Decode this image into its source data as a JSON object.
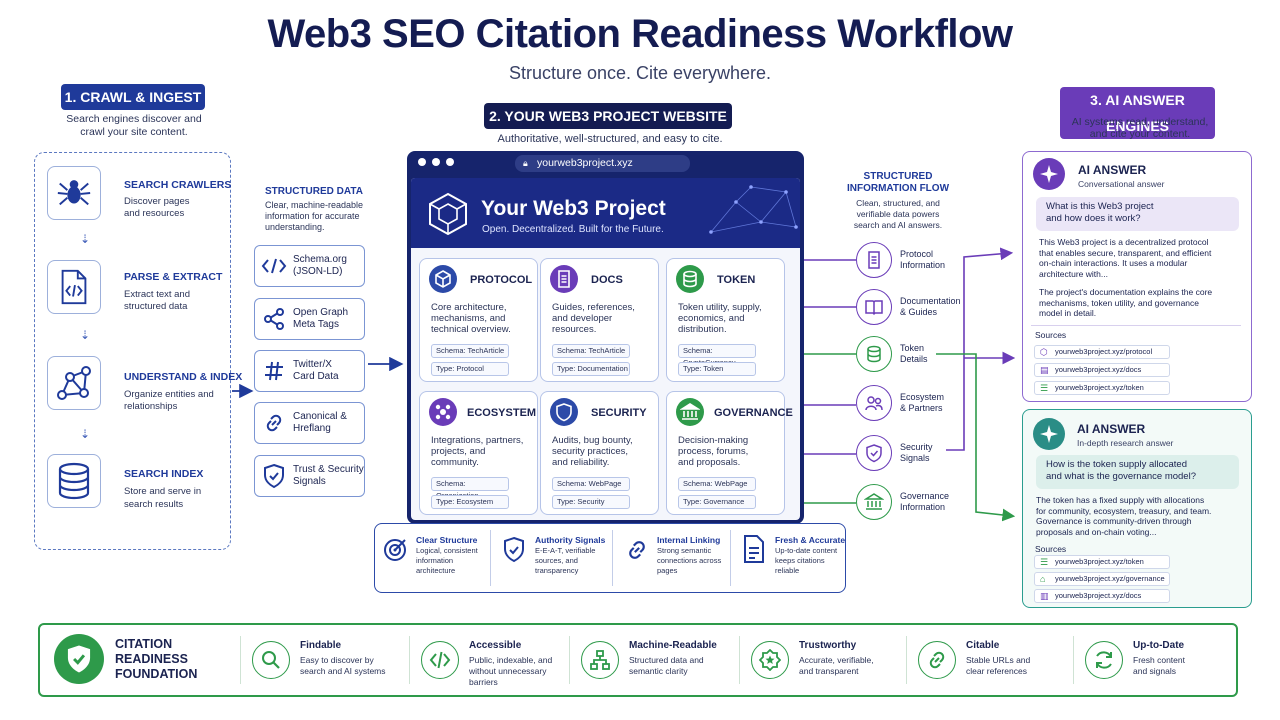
{
  "title": "Web3 SEO Citation Readiness Workflow",
  "subtitle": "Structure once. Cite everywhere.",
  "colors": {
    "navy": "#141c52",
    "blue": "#1f3a9a",
    "purple": "#6a3cb8",
    "teal": "#2a9d8f",
    "green": "#2e9a4a"
  },
  "crawl": {
    "label": "1. CRAWL & INGEST",
    "desc1": "Search engines discover and",
    "desc2": "crawl your site content.",
    "steps": [
      {
        "icon": "spider-icon",
        "title": "SEARCH CRAWLERS",
        "d1": "Discover pages",
        "d2": "and resources"
      },
      {
        "icon": "code-file-icon",
        "title": "PARSE & EXTRACT",
        "d1": "Extract text and",
        "d2": "structured data"
      },
      {
        "icon": "graph-icon",
        "title": "UNDERSTAND & INDEX",
        "d1": "Organize entities and",
        "d2": "relationships"
      },
      {
        "icon": "database-icon",
        "title": "SEARCH INDEX",
        "d1": "Store and serve in",
        "d2": "search results"
      }
    ]
  },
  "structured": {
    "title": "STRUCTURED DATA",
    "d1": "Clear, machine-readable",
    "d2": "information for accurate",
    "d3": "understanding.",
    "items": [
      {
        "icon": "code-icon",
        "l1": "Schema.org",
        "l2": "(JSON-LD)"
      },
      {
        "icon": "share-icon",
        "l1": "Open Graph",
        "l2": "Meta Tags"
      },
      {
        "icon": "hash-icon",
        "l1": "Twitter/X",
        "l2": "Card Data"
      },
      {
        "icon": "link-icon",
        "l1": "Canonical &",
        "l2": "Hreflang"
      },
      {
        "icon": "shield-check-icon",
        "l1": "Trust & Security",
        "l2": "Signals"
      }
    ]
  },
  "website": {
    "label": "2. YOUR WEB3 PROJECT WEBSITE",
    "desc": "Authoritative, well-structured, and easy to cite.",
    "url": "yourweb3project.xyz",
    "hero_title": "Your Web3 Project",
    "hero_sub": "Open. Decentralized. Built for the Future.",
    "cards": [
      {
        "icon": "cube-icon",
        "title": "PROTOCOL",
        "d1": "Core architecture,",
        "d2": "mechanisms, and",
        "d3": "technical overview.",
        "schema": "Schema: TechArticle",
        "type": "Type: Protocol",
        "color": "#2c4aa8"
      },
      {
        "icon": "document-icon",
        "title": "DOCS",
        "d1": "Guides, references,",
        "d2": "and developer",
        "d3": "resources.",
        "schema": "Schema: TechArticle",
        "type": "Type: Documentation",
        "color": "#6a3cb8"
      },
      {
        "icon": "coins-icon",
        "title": "TOKEN",
        "d1": "Token utility, supply,",
        "d2": "economics, and",
        "d3": "distribution.",
        "schema": "Schema: CryptoCurrency",
        "type": "Type: Token",
        "color": "#2e9a4a"
      },
      {
        "icon": "ecosystem-icon",
        "title": "ECOSYSTEM",
        "d1": "Integrations, partners,",
        "d2": "projects, and",
        "d3": "community.",
        "schema": "Schema: Organization",
        "type": "Type: Ecosystem",
        "color": "#6a3cb8"
      },
      {
        "icon": "shield-icon",
        "title": "SECURITY",
        "d1": "Audits, bug bounty,",
        "d2": "security practices,",
        "d3": "and reliability.",
        "schema": "Schema: WebPage",
        "type": "Type: Security",
        "color": "#2c4aa8"
      },
      {
        "icon": "bank-icon",
        "title": "GOVERNANCE",
        "d1": "Decision-making",
        "d2": "process, forums,",
        "d3": "and proposals.",
        "schema": "Schema: WebPage",
        "type": "Type: Governance",
        "color": "#2e9a4a"
      }
    ],
    "features": [
      {
        "icon": "target-icon",
        "title": "Clear Structure",
        "d1": "Logical, consistent",
        "d2": "information",
        "d3": "architecture"
      },
      {
        "icon": "shield-check-icon",
        "title": "Authority Signals",
        "d1": "E-E-A-T, verifiable",
        "d2": "sources, and",
        "d3": "transparency"
      },
      {
        "icon": "link-icon",
        "title": "Internal Linking",
        "d1": "Strong semantic",
        "d2": "connections across",
        "d3": "pages"
      },
      {
        "icon": "document-icon",
        "title": "Fresh & Accurate",
        "d1": "Up-to-date content",
        "d2": "keeps citations",
        "d3": "reliable"
      }
    ]
  },
  "flow": {
    "title1": "STRUCTURED",
    "title2": "INFORMATION FLOW",
    "d1": "Clean, structured, and",
    "d2": "verifiable data powers",
    "d3": "search and AI answers.",
    "items": [
      {
        "icon": "document-icon",
        "l1": "Protocol",
        "l2": "Information",
        "color": "#6a3cb8"
      },
      {
        "icon": "book-icon",
        "l1": "Documentation",
        "l2": "& Guides",
        "color": "#6a3cb8"
      },
      {
        "icon": "coins-icon",
        "l1": "Token",
        "l2": "Details",
        "color": "#2e9a4a"
      },
      {
        "icon": "people-icon",
        "l1": "Ecosystem",
        "l2": "& Partners",
        "color": "#6a3cb8"
      },
      {
        "icon": "shield-check-icon",
        "l1": "Security",
        "l2": "Signals",
        "color": "#6a3cb8"
      },
      {
        "icon": "bank-icon",
        "l1": "Governance",
        "l2": "Information",
        "color": "#2e9a4a"
      }
    ]
  },
  "ai": {
    "label": "3. AI ANSWER ENGINES",
    "d1": "AI systems read, understand,",
    "d2": "and cite your content.",
    "cards": [
      {
        "icon": "sparkle-icon",
        "heading": "AI ANSWER",
        "sub": "Conversational answer",
        "q1": "What is this Web3 project",
        "q2": "and how does it work?",
        "a": [
          "This Web3 project is a decentralized protocol",
          "that enables secure, transparent, and efficient",
          "on-chain interactions. It uses a modular",
          "architecture with..."
        ],
        "b": [
          "The project's documentation explains the core",
          "mechanisms, token utility, and governance",
          "model in detail."
        ],
        "sources_label": "Sources",
        "sources": [
          "yourweb3project.xyz/protocol",
          "yourweb3project.xyz/docs",
          "yourweb3project.xyz/token"
        ]
      },
      {
        "icon": "sparkle-icon",
        "heading": "AI ANSWER",
        "sub": "In-depth research answer",
        "q1": "How is the token supply allocated",
        "q2": "and what is the governance model?",
        "a": [
          "The token has a fixed supply with allocations",
          "for community, ecosystem, treasury, and team.",
          "Governance is community-driven through",
          "proposals and on-chain voting..."
        ],
        "sources_label": "Sources",
        "sources": [
          "yourweb3project.xyz/token",
          "yourweb3project.xyz/governance",
          "yourweb3project.xyz/docs"
        ]
      }
    ]
  },
  "foundation": {
    "l1": "CITATION",
    "l2": "READINESS",
    "l3": "FOUNDATION",
    "items": [
      {
        "icon": "search-icon",
        "title": "Findable",
        "d1": "Easy to discover by",
        "d2": "search and AI systems",
        "d3": ""
      },
      {
        "icon": "code-icon",
        "title": "Accessible",
        "d1": "Public, indexable, and",
        "d2": "without unnecessary",
        "d3": "barriers"
      },
      {
        "icon": "hierarchy-icon",
        "title": "Machine-Readable",
        "d1": "Structured data and",
        "d2": "semantic clarity",
        "d3": ""
      },
      {
        "icon": "badge-icon",
        "title": "Trustworthy",
        "d1": "Accurate, verifiable,",
        "d2": "and transparent",
        "d3": ""
      },
      {
        "icon": "link-icon",
        "title": "Citable",
        "d1": "Stable URLs and",
        "d2": "clear references",
        "d3": ""
      },
      {
        "icon": "refresh-icon",
        "title": "Up-to-Date",
        "d1": "Fresh content",
        "d2": "and signals",
        "d3": ""
      }
    ]
  }
}
